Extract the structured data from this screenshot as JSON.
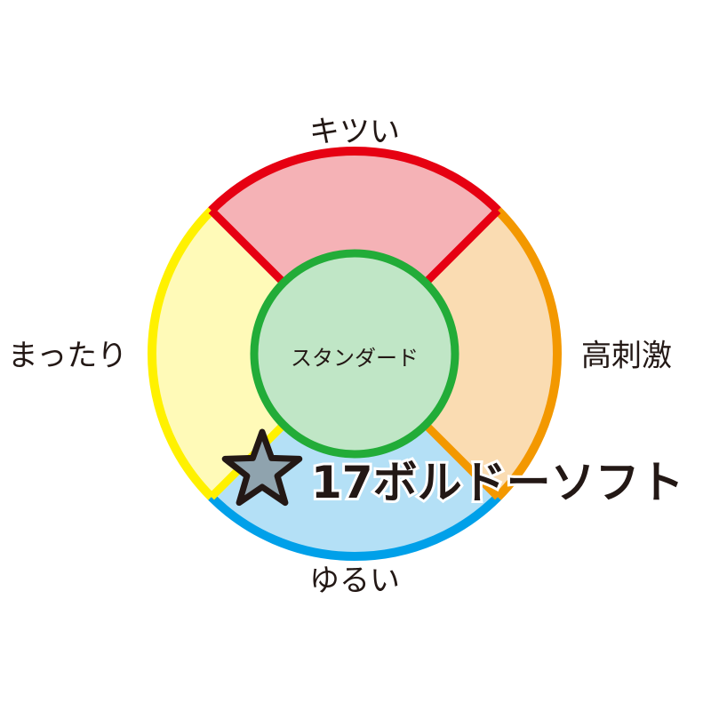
{
  "labels": {
    "top": "キツい",
    "left": "まったり",
    "right": "高刺激",
    "bottom": "ゆるい",
    "center": "スタンダード"
  },
  "marker": {
    "icon": "star-icon",
    "text": "17ボルドーソフト",
    "segment": "bottom"
  },
  "colors": {
    "top": {
      "fill": "#f5b2b6",
      "stroke": "#e60012"
    },
    "right": {
      "fill": "#fadcb2",
      "stroke": "#f39800"
    },
    "bottom": {
      "fill": "#b4e0f6",
      "stroke": "#00a0e9"
    },
    "left": {
      "fill": "#fffab8",
      "stroke": "#fff100"
    },
    "center": {
      "fill": "#c0e6c6",
      "stroke": "#22ac38"
    },
    "star": "#8fa3ae"
  }
}
